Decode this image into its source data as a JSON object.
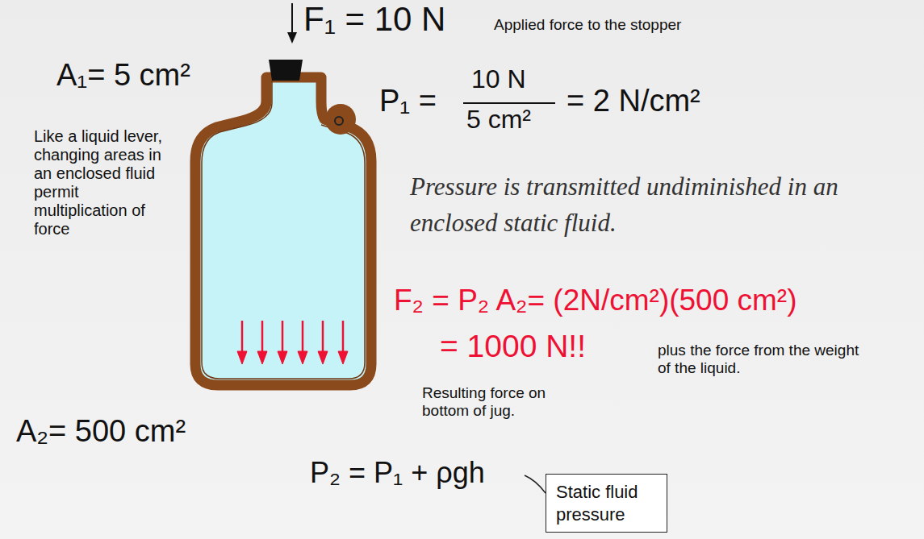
{
  "diagram": {
    "nodes": [
      {
        "text": [
          "Static fluid pressure"
        ]
      }
    ],
    "labels": [
      "F₁ = 10 N",
      "Applied force to the stopper",
      "A₁= 5 cm²",
      "P₁ =",
      "10 N",
      "5 cm²",
      "= 2 N/cm²",
      "Like a liquid lever, changing areas in an enclosed fluid permit multiplication of force",
      "Pressure is transmitted undiminished in an enclosed static fluid.",
      "F₂ = P₂ A₂= (2N/cm²)(500 cm²)",
      "= 1000 N!!",
      "plus the force from the weight of the liquid.",
      "Resulting force on bottom of jug.",
      "A₂= 500 cm²",
      "P₂ = P₁ + ρgh"
    ]
  }
}
